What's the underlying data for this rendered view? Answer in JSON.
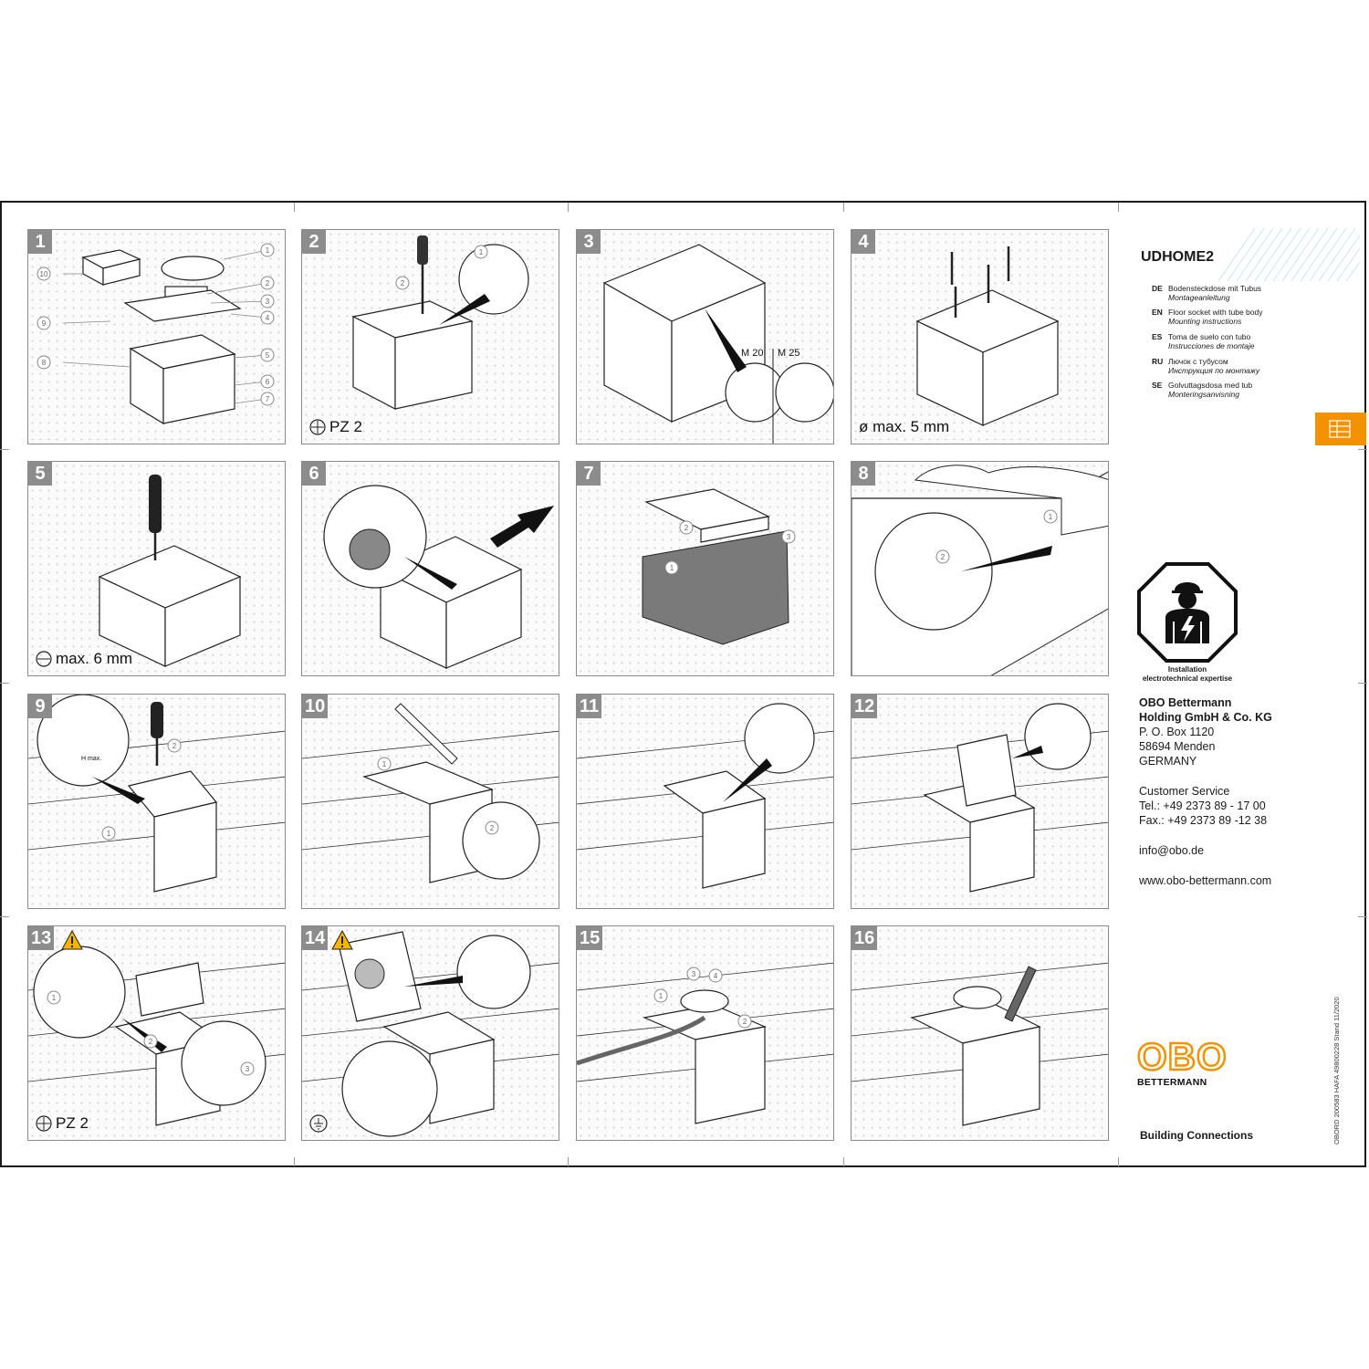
{
  "product": {
    "code": "UDHOME2"
  },
  "languages": [
    {
      "code": "DE",
      "title": "Bodensteckdose mit Tubus",
      "subtitle": "Montageanleitung"
    },
    {
      "code": "EN",
      "title": "Floor socket with tube body",
      "subtitle": "Mounting instructions"
    },
    {
      "code": "ES",
      "title": "Toma de suelo con tubo",
      "subtitle": "Instrucciones de montaje"
    },
    {
      "code": "RU",
      "title": "Лючок с тубусом",
      "subtitle": "Инструкция по монтажу"
    },
    {
      "code": "SE",
      "title": "Golvuttagsdosa med tub",
      "subtitle": "Monteringsanvisning"
    }
  ],
  "expertise": {
    "line1": "Installation",
    "line2": "electrotechnical expertise"
  },
  "company": {
    "name1": "OBO Bettermann",
    "name2": "Holding GmbH & Co. KG",
    "address": [
      "P. O. Box 1120",
      "58694 Menden",
      "GERMANY"
    ],
    "service_label": "Customer Service",
    "tel": "Tel.: +49 2373 89 - 17 00",
    "fax": "Fax.: +49 2373 89 -12 38",
    "email": "info@obo.de",
    "web": "www.obo-bettermann.com"
  },
  "logo": {
    "text": "OBO",
    "sub": "BETTERMANN"
  },
  "slogan": "Building Connections",
  "doc_ref": "OBORD 200583  HAFA 49800228  Stand 11/2020",
  "colors": {
    "accent": "#f39200",
    "panel_border": "#8a8a8a",
    "number_bg": "#8c8c8c"
  },
  "steps": [
    {
      "number": "1",
      "caption": "",
      "callouts": [
        "1",
        "2",
        "3",
        "4",
        "5",
        "6",
        "7",
        "8",
        "9",
        "10"
      ]
    },
    {
      "number": "2",
      "caption": "PZ 2",
      "icon": "phillips-screwdriver-icon",
      "callouts": [
        "1",
        "2"
      ]
    },
    {
      "number": "3",
      "caption": "",
      "callouts": [
        "M 20",
        "M 25"
      ]
    },
    {
      "number": "4",
      "caption": "ø max. 5 mm"
    },
    {
      "number": "5",
      "caption": "max. 6 mm",
      "icon": "slotted-screw-icon"
    },
    {
      "number": "6",
      "caption": ""
    },
    {
      "number": "7",
      "caption": "",
      "callouts": [
        "1",
        "2",
        "3"
      ]
    },
    {
      "number": "8",
      "caption": "",
      "callouts": [
        "1",
        "2"
      ]
    },
    {
      "number": "9",
      "caption": "",
      "callouts": [
        "1",
        "2"
      ],
      "detail_text": "H max."
    },
    {
      "number": "10",
      "caption": "",
      "callouts": [
        "1",
        "2"
      ]
    },
    {
      "number": "11",
      "caption": ""
    },
    {
      "number": "12",
      "caption": ""
    },
    {
      "number": "13",
      "caption": "PZ 2",
      "icon": "phillips-screwdriver-icon",
      "warning": true,
      "callouts": [
        "1",
        "2",
        "3"
      ]
    },
    {
      "number": "14",
      "caption": "",
      "icon": "ground-icon",
      "warning": true
    },
    {
      "number": "15",
      "caption": "",
      "callouts": [
        "1",
        "2",
        "3",
        "4"
      ]
    },
    {
      "number": "16",
      "caption": ""
    }
  ]
}
